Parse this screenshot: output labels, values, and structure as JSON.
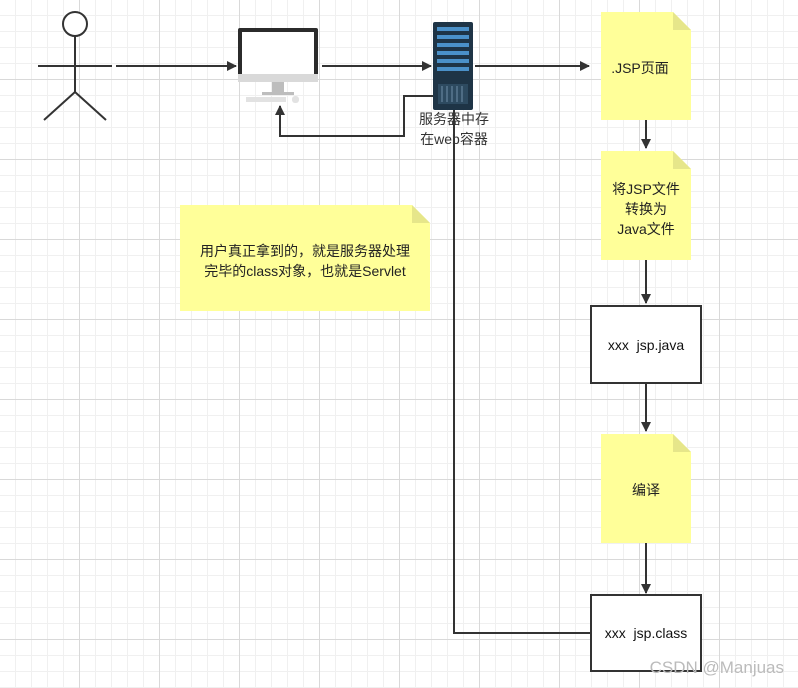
{
  "server": {
    "label_line1": "服务器中存",
    "label_line2": "在web容器"
  },
  "nodes": {
    "jsp_page": ".JSP页面",
    "convert_line1": "将JSP文件",
    "convert_line2": "转换为",
    "convert_line3": "Java文件",
    "java_file": "xxx  jsp.java",
    "compile": "编译",
    "class_file": "xxx  jsp.class"
  },
  "note": {
    "line1": "用户真正拿到的，就是服务器处理",
    "line2": "完毕的class对象，也就是Servlet"
  },
  "colors": {
    "note_fill": "#ffff99",
    "note_fold": "#e6e68a",
    "line": "#333333",
    "server_body": "#1e3446",
    "server_accent": "#4a90c8"
  },
  "watermark": "CSDN @Manjuas"
}
